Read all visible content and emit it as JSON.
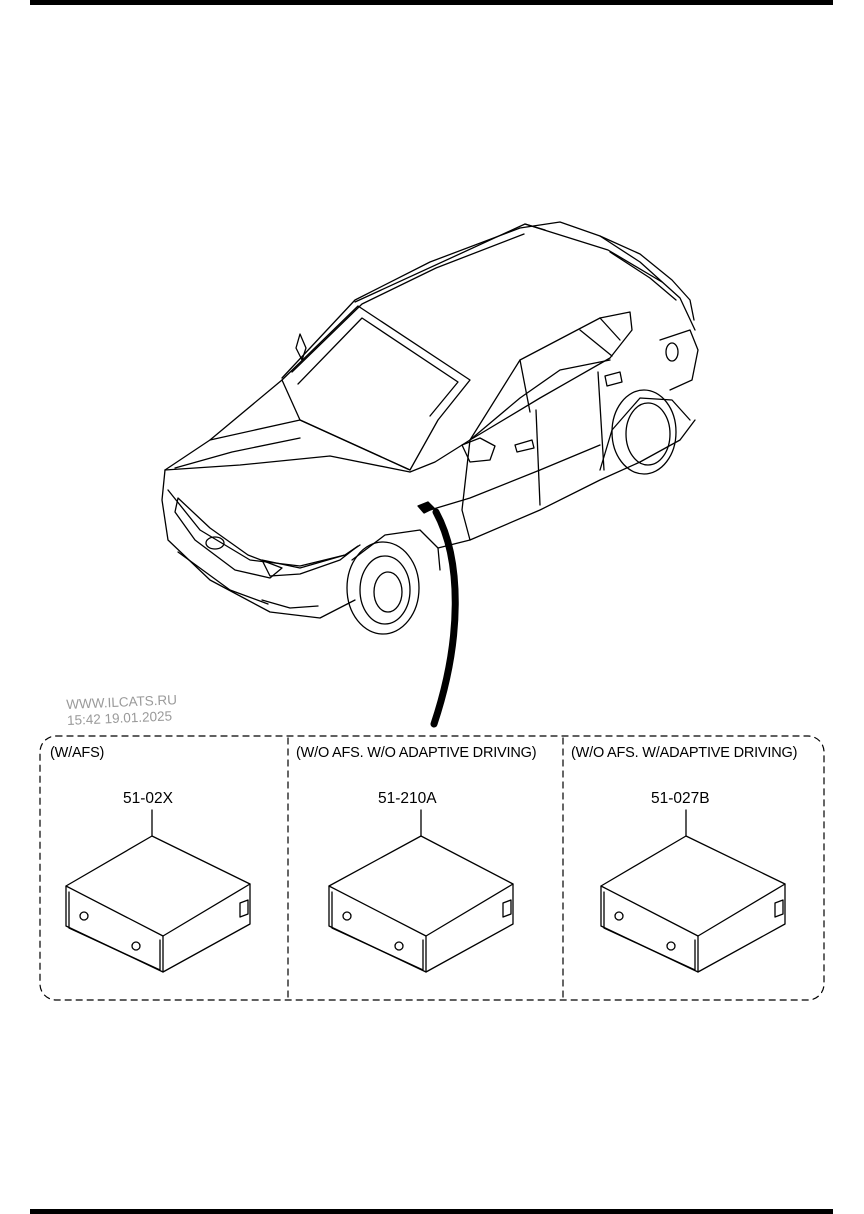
{
  "watermark": {
    "line1": "WWW.ILCATS.RU",
    "line2": "15:42 19.01.2025"
  },
  "variants": [
    {
      "condition": "(W/AFS)",
      "part_number": "51-02X"
    },
    {
      "condition": "(W/O AFS. W/O ADAPTIVE DRIVING)",
      "part_number": "51-210A"
    },
    {
      "condition": "(W/O AFS. W/ADAPTIVE DRIVING)",
      "part_number": "51-027B"
    }
  ]
}
